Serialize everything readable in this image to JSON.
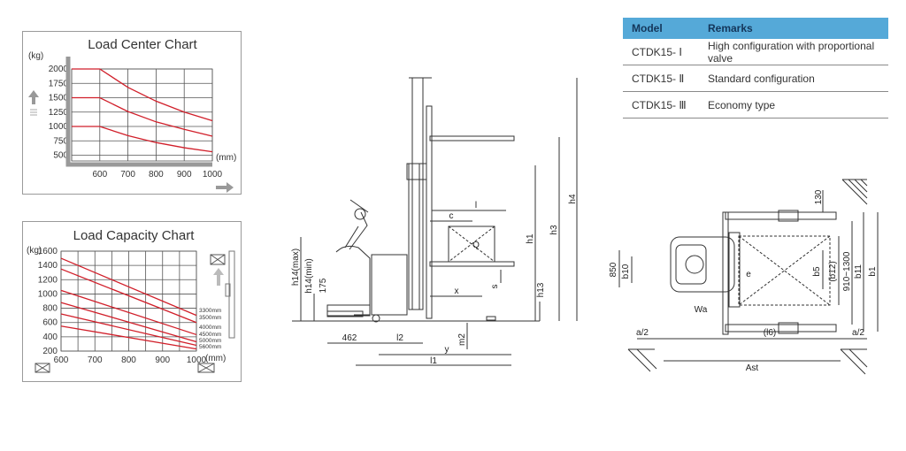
{
  "load_center": {
    "title": "Load Center Chart",
    "y_unit": "(kg)",
    "x_unit": "(mm)"
  },
  "load_capacity": {
    "title": "Load Capacity Chart",
    "y_unit": "(kg)",
    "x_unit": "(mm)",
    "height_labels": [
      "3300mm",
      "3500mm",
      "4000mm",
      "4500mm",
      "5000mm",
      "5600mm"
    ]
  },
  "chart_data": [
    {
      "type": "line",
      "title": "Load Center Chart",
      "ylabel": "(kg)",
      "xlabel": "(mm)",
      "x_ticks": [
        600,
        700,
        800,
        900,
        1000
      ],
      "y_ticks": [
        500,
        750,
        1000,
        1250,
        1500,
        1750,
        2000
      ],
      "xlim": [
        500,
        1000
      ],
      "ylim": [
        400,
        2000
      ],
      "series": [
        {
          "x": [
            500,
            600,
            700,
            800,
            900,
            1000
          ],
          "values": [
            2000,
            2000,
            1680,
            1440,
            1250,
            1100
          ]
        },
        {
          "x": [
            500,
            600,
            700,
            800,
            900,
            1000
          ],
          "values": [
            1500,
            1500,
            1260,
            1080,
            950,
            830
          ]
        },
        {
          "x": [
            500,
            600,
            700,
            800,
            900,
            1000
          ],
          "values": [
            1000,
            1000,
            840,
            720,
            630,
            560
          ]
        }
      ]
    },
    {
      "type": "line",
      "title": "Load Capacity Chart",
      "ylabel": "(kg)",
      "xlabel": "(mm)",
      "x_ticks": [
        600,
        700,
        800,
        900,
        1000
      ],
      "y_ticks": [
        200,
        400,
        600,
        800,
        1000,
        1200,
        1400,
        1600
      ],
      "xlim": [
        600,
        1000
      ],
      "ylim": [
        200,
        1600
      ],
      "series": [
        {
          "name": "3300mm",
          "x": [
            600,
            1000
          ],
          "values": [
            1500,
            700
          ]
        },
        {
          "name": "3500mm",
          "x": [
            600,
            1000
          ],
          "values": [
            1350,
            600
          ]
        },
        {
          "name": "4000mm",
          "x": [
            600,
            1000
          ],
          "values": [
            1050,
            430
          ]
        },
        {
          "name": "4500mm",
          "x": [
            600,
            1000
          ],
          "values": [
            880,
            330
          ]
        },
        {
          "name": "5000mm",
          "x": [
            600,
            1000
          ],
          "values": [
            720,
            280
          ]
        },
        {
          "name": "5600mm",
          "x": [
            600,
            1000
          ],
          "values": [
            550,
            230
          ]
        }
      ]
    }
  ],
  "stacker_side": {
    "labels": {
      "h14max": "h14(max)",
      "h14min": "h14(min)",
      "d175": "175",
      "h1": "h1",
      "h3": "h3",
      "h4": "h4",
      "l": "l",
      "c": "c",
      "Q": "Q",
      "s": "s",
      "h13": "h13",
      "x": "x",
      "d462": "462",
      "l2": "l2",
      "m2": "m2",
      "y": "y",
      "l1": "l1"
    }
  },
  "stacker_top": {
    "labels": {
      "d130": "130",
      "d850": "850",
      "b10": "b10",
      "b5": "b5",
      "b12": "(b12)",
      "range": "910~1300",
      "b11": "b11",
      "b1": "b1",
      "e": "e",
      "Wa": "Wa",
      "a2l": "a/2",
      "l6": "(l6)",
      "a2r": "a/2",
      "Ast": "Ast"
    }
  },
  "model_table": {
    "headers": [
      "Model",
      "Remarks"
    ],
    "rows": [
      [
        "CTDK15- Ⅰ",
        "High configuration with proportional valve"
      ],
      [
        "CTDK15- Ⅱ",
        "Standard configuration"
      ],
      [
        "CTDK15- Ⅲ",
        "Economy type"
      ]
    ]
  }
}
